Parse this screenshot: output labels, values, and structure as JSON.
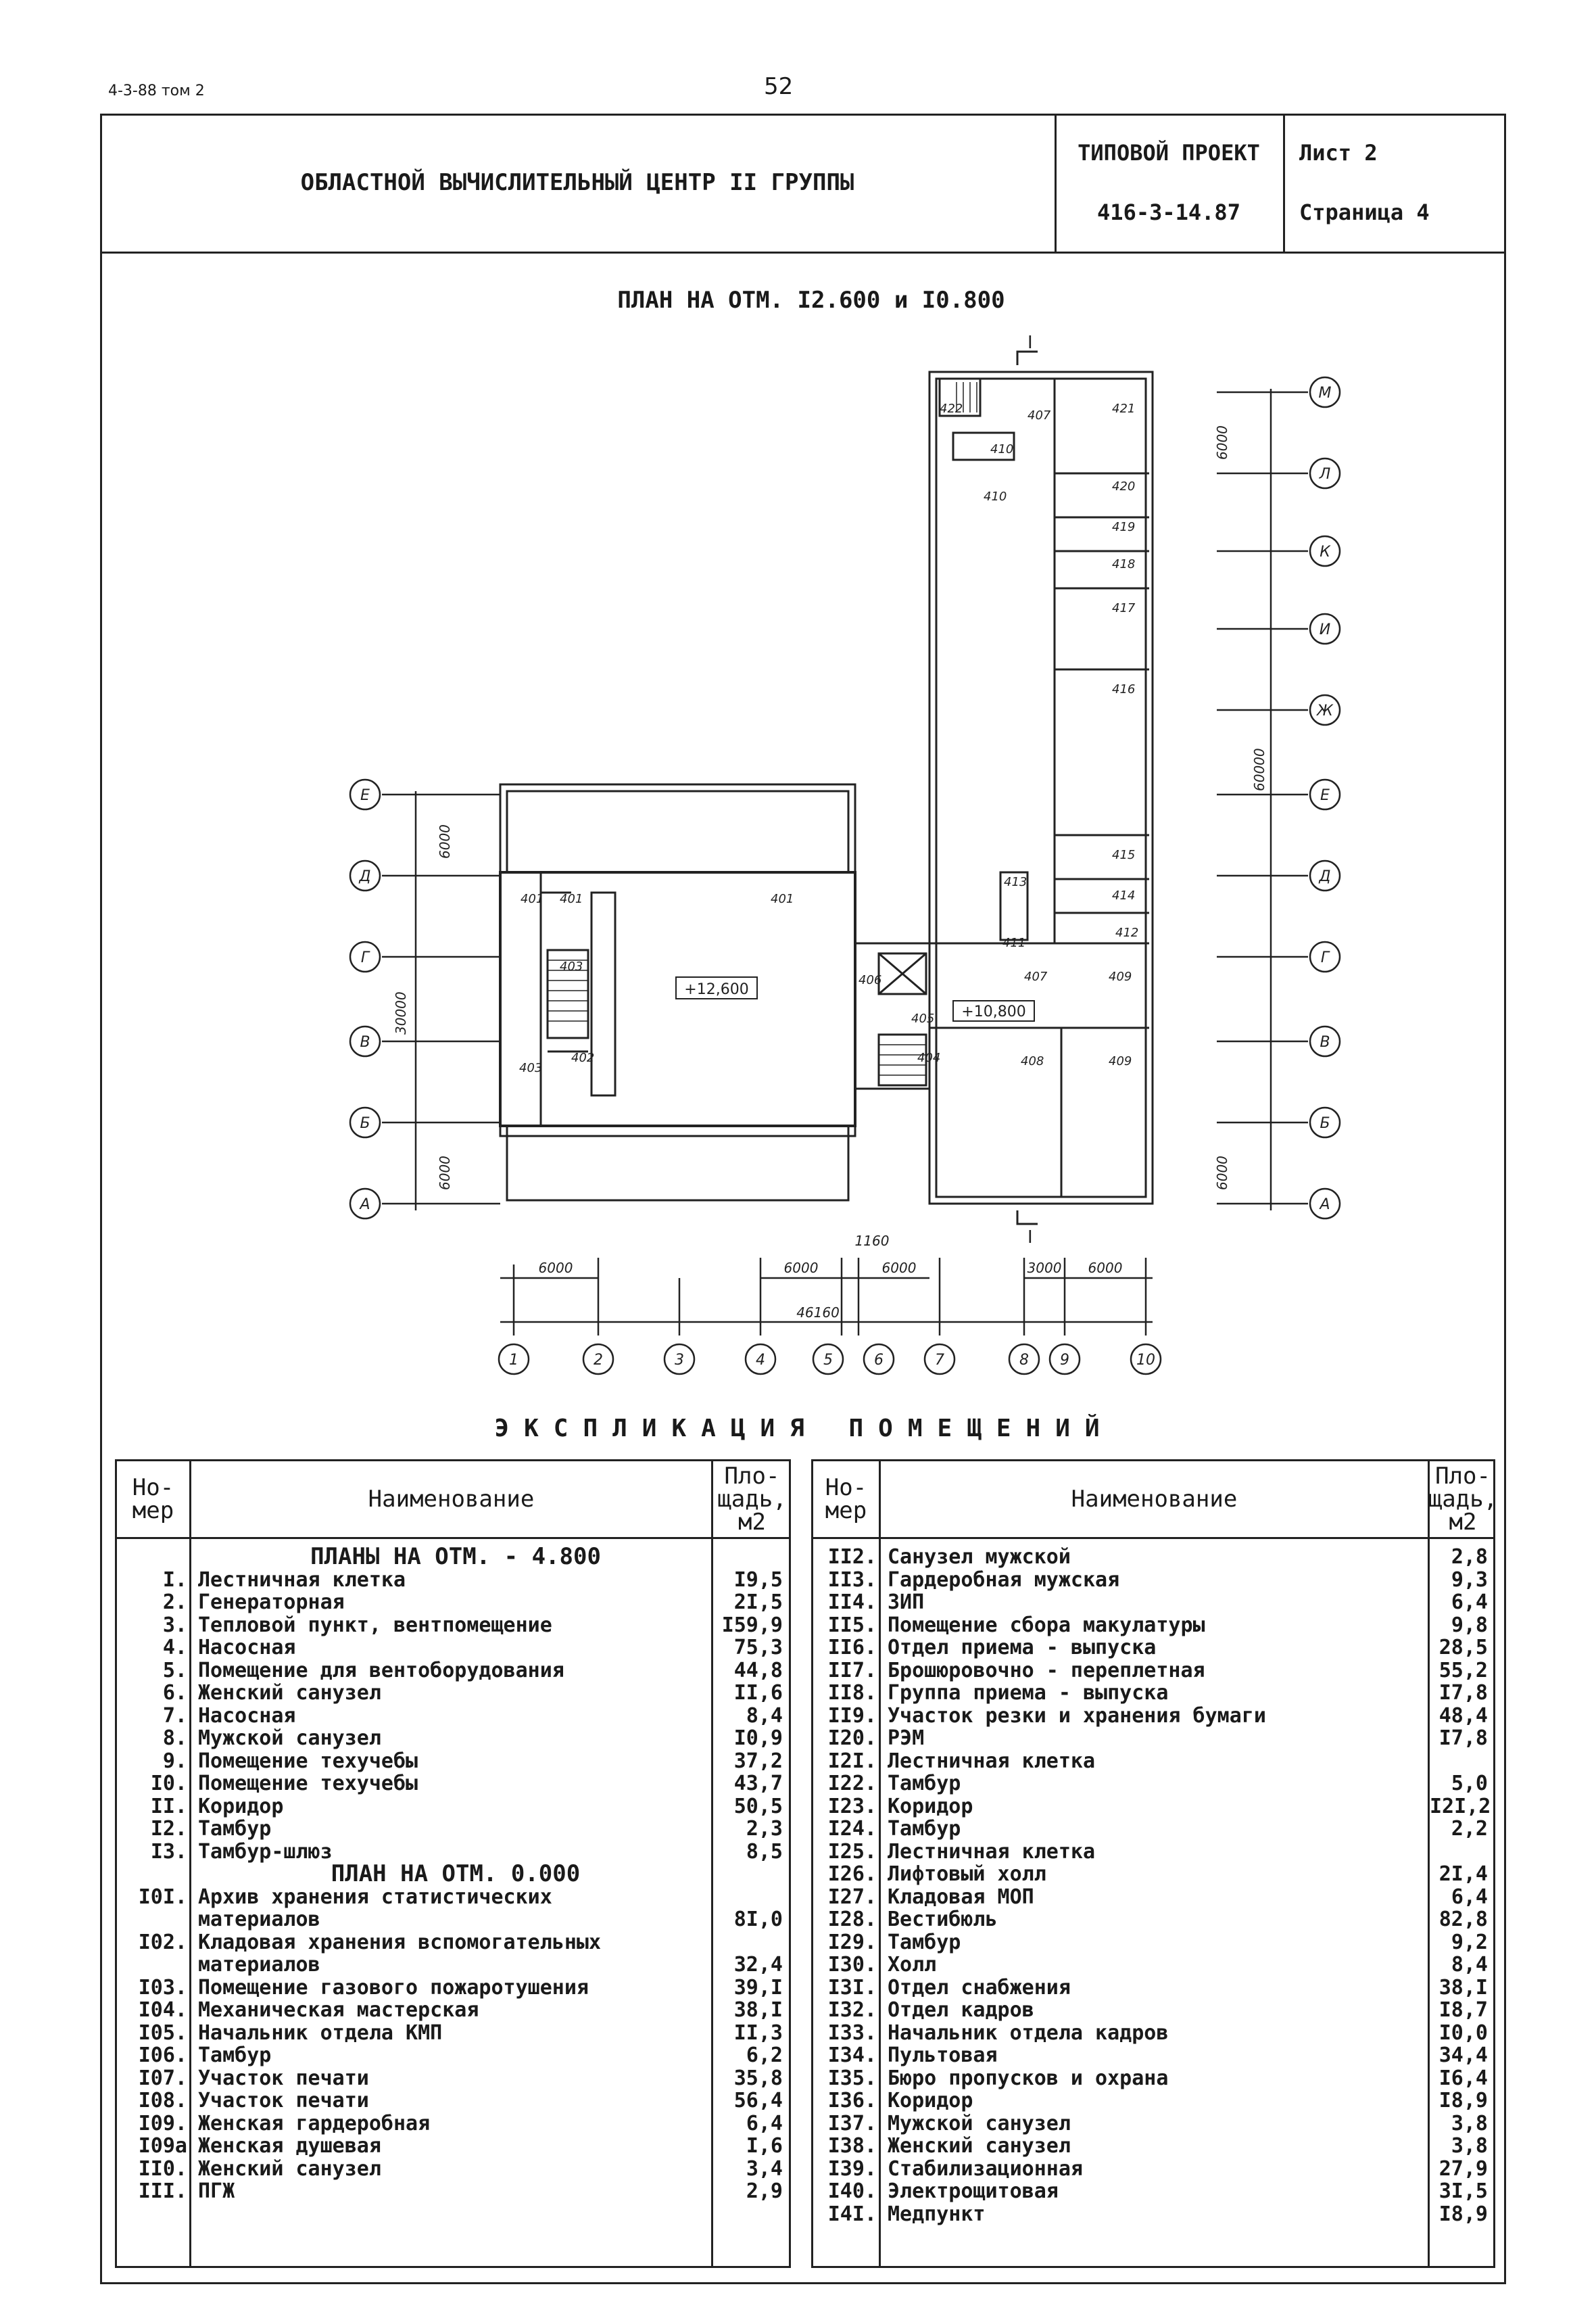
{
  "corner_label": "4-3-88 том 2",
  "page_number": "52",
  "header": {
    "title": "ОБЛАСТНОЙ ВЫЧИСЛИТЕЛЬНЫЙ ЦЕНТР II ГРУППЫ",
    "project_label": "ТИПОВОЙ ПРОЕКТ",
    "project_code": "416-3-14.87",
    "sheet": "Лист 2",
    "page": "Страница 4"
  },
  "plan": {
    "title": "ПЛАН НА ОТМ. I2.600 и I0.800",
    "section_mark": "I",
    "elev_left": "+12,600",
    "elev_right": "+10,800",
    "rooms": [
      "401",
      "401",
      "401",
      "402",
      "403",
      "403",
      "404",
      "405",
      "406",
      "407",
      "407",
      "408",
      "409",
      "409",
      "410",
      "410",
      "411",
      "412",
      "413",
      "414",
      "415",
      "416",
      "417",
      "418",
      "419",
      "420",
      "421",
      "422"
    ],
    "axes_letters_left": [
      "Е",
      "Д",
      "Г",
      "В",
      "Б",
      "А"
    ],
    "axes_letters_right": [
      "М",
      "Л",
      "К",
      "И",
      "Ж",
      "Е",
      "Д",
      "Г",
      "В",
      "Б",
      "А"
    ],
    "axes_numbers": [
      "1",
      "2",
      "3",
      "4",
      "5",
      "6",
      "7",
      "8",
      "9",
      "10"
    ],
    "dims": {
      "left_top": "6000",
      "left_total": "30000",
      "left_bottom": "6000",
      "right_top": "6000",
      "right_total": "60000",
      "right_bottom": "6000",
      "bottom_a": "6000",
      "bottom_b": "6000",
      "bottom_c": "1160",
      "bottom_d": "6000",
      "bottom_e": "3000",
      "bottom_f": "6000",
      "bottom_total": "46160"
    }
  },
  "explication": {
    "title": "ЭКСПЛИКАЦИЯ ПОМЕЩЕНИЙ",
    "col_number": "Но-\nмер",
    "col_name": "Наименование",
    "col_area": "Пло-\nщадь,\nм2",
    "left": [
      {
        "n": "",
        "t": "ПЛАНЫ НА ОТМ. - 4.800",
        "a": "",
        "s": true
      },
      {
        "n": "I.",
        "t": "Лестничная клетка",
        "a": "I9,5"
      },
      {
        "n": "2.",
        "t": "Генераторная",
        "a": "2I,5"
      },
      {
        "n": "3.",
        "t": "Тепловой пункт, вентпомещение",
        "a": "I59,9"
      },
      {
        "n": "4.",
        "t": "Насосная",
        "a": "75,3"
      },
      {
        "n": "5.",
        "t": "Помещение для вентоборудования",
        "a": "44,8"
      },
      {
        "n": "6.",
        "t": "Женский санузел",
        "a": "II,6"
      },
      {
        "n": "7.",
        "t": "Насосная",
        "a": "8,4"
      },
      {
        "n": "8.",
        "t": "Мужской санузел",
        "a": "I0,9"
      },
      {
        "n": "9.",
        "t": "Помещение техучебы",
        "a": "37,2"
      },
      {
        "n": "I0.",
        "t": "Помещение техучебы",
        "a": "43,7"
      },
      {
        "n": "II.",
        "t": "Коридор",
        "a": "50,5"
      },
      {
        "n": "I2.",
        "t": "Тамбур",
        "a": "2,3"
      },
      {
        "n": "I3.",
        "t": "Тамбур-шлюз",
        "a": "8,5"
      },
      {
        "n": "",
        "t": "ПЛАН НА ОТМ. 0.000",
        "a": "",
        "s": true
      },
      {
        "n": "I0I.",
        "t": "Архив хранения статистических",
        "a": ""
      },
      {
        "n": "",
        "t": "материалов",
        "a": "8I,0"
      },
      {
        "n": "I02.",
        "t": "Кладовая хранения вспомогательных",
        "a": ""
      },
      {
        "n": "",
        "t": "материалов",
        "a": "32,4"
      },
      {
        "n": "I03.",
        "t": "Помещение газового пожаротушения",
        "a": "39,I"
      },
      {
        "n": "I04.",
        "t": "Механическая мастерская",
        "a": "38,I"
      },
      {
        "n": "I05.",
        "t": "Начальник отдела КМП",
        "a": "II,3"
      },
      {
        "n": "I06.",
        "t": "Тамбур",
        "a": "6,2"
      },
      {
        "n": "I07.",
        "t": "Участок печати",
        "a": "35,8"
      },
      {
        "n": "I08.",
        "t": "Участок печати",
        "a": "56,4"
      },
      {
        "n": "I09.",
        "t": "Женская гардеробная",
        "a": "6,4"
      },
      {
        "n": "I09а",
        "t": "Женская душевая",
        "a": "I,6"
      },
      {
        "n": "II0.",
        "t": "Женский санузел",
        "a": "3,4"
      },
      {
        "n": "III.",
        "t": "ПГЖ",
        "a": "2,9"
      }
    ],
    "right": [
      {
        "n": "II2.",
        "t": "Санузел мужской",
        "a": "2,8"
      },
      {
        "n": "II3.",
        "t": "Гардеробная мужская",
        "a": "9,3"
      },
      {
        "n": "II4.",
        "t": "ЗИП",
        "a": "6,4"
      },
      {
        "n": "II5.",
        "t": "Помещение сбора макулатуры",
        "a": "9,8"
      },
      {
        "n": "II6.",
        "t": "Отдел приема - выпуска",
        "a": "28,5"
      },
      {
        "n": "II7.",
        "t": "Брошюровочно - переплетная",
        "a": "55,2"
      },
      {
        "n": "II8.",
        "t": "Группа приема - выпуска",
        "a": "I7,8"
      },
      {
        "n": "II9.",
        "t": "Участок резки и хранения бумаги",
        "a": "48,4"
      },
      {
        "n": "I20.",
        "t": "РЭМ",
        "a": "I7,8"
      },
      {
        "n": "I2I.",
        "t": "Лестничная клетка",
        "a": ""
      },
      {
        "n": "I22.",
        "t": "Тамбур",
        "a": "5,0"
      },
      {
        "n": "I23.",
        "t": "Коридор",
        "a": "I2I,2"
      },
      {
        "n": "I24.",
        "t": "Тамбур",
        "a": "2,2"
      },
      {
        "n": "I25.",
        "t": "Лестничная клетка",
        "a": ""
      },
      {
        "n": "I26.",
        "t": "Лифтовый холл",
        "a": "2I,4"
      },
      {
        "n": "I27.",
        "t": "Кладовая МОП",
        "a": "6,4"
      },
      {
        "n": "I28.",
        "t": "Вестибюль",
        "a": "82,8"
      },
      {
        "n": "I29.",
        "t": "Тамбур",
        "a": "9,2"
      },
      {
        "n": "I30.",
        "t": "Холл",
        "a": "8,4"
      },
      {
        "n": "I3I.",
        "t": "Отдел снабжения",
        "a": "38,I"
      },
      {
        "n": "I32.",
        "t": "Отдел кадров",
        "a": "I8,7"
      },
      {
        "n": "I33.",
        "t": "Начальник отдела кадров",
        "a": "I0,0"
      },
      {
        "n": "I34.",
        "t": "Пультовая",
        "a": "34,4"
      },
      {
        "n": "I35.",
        "t": "Бюро пропусков и охрана",
        "a": "I6,4"
      },
      {
        "n": "I36.",
        "t": "Коридор",
        "a": "I8,9"
      },
      {
        "n": "I37.",
        "t": "Мужской санузел",
        "a": "3,8"
      },
      {
        "n": "I38.",
        "t": "Женский санузел",
        "a": "3,8"
      },
      {
        "n": "I39.",
        "t": "Стабилизационная",
        "a": "27,9"
      },
      {
        "n": "I40.",
        "t": "Электрощитовая",
        "a": "3I,5"
      },
      {
        "n": "I4I.",
        "t": "Медпункт",
        "a": "I8,9"
      }
    ]
  }
}
